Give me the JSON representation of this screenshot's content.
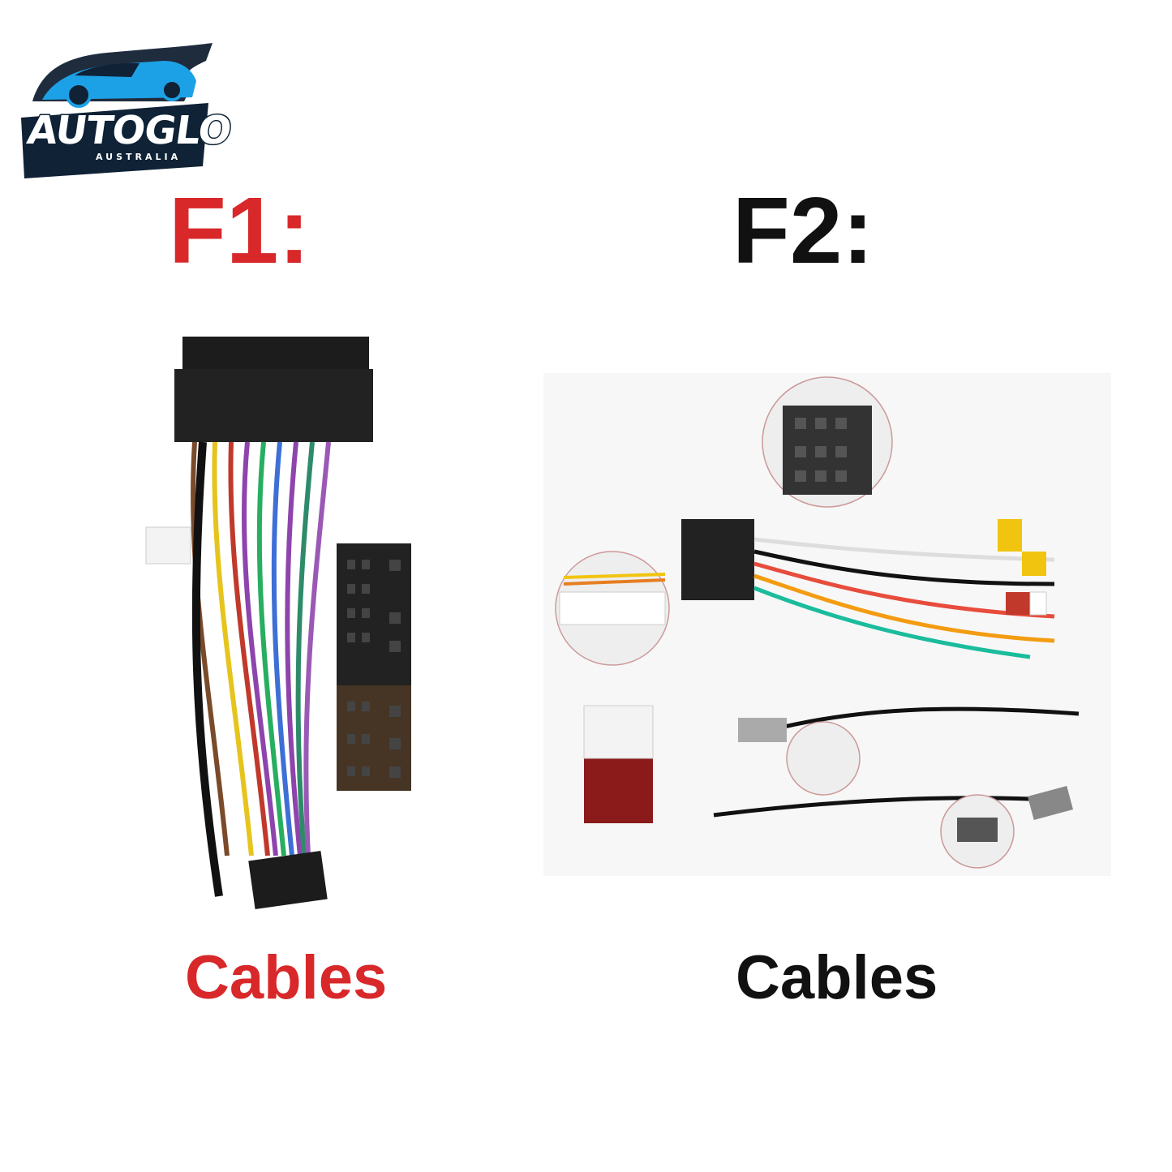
{
  "logo": {
    "brand": "AUTOGLO",
    "subtitle": "AUSTRALIA",
    "icon": "sports-car-icon",
    "colors": {
      "primary": "#1da1e6",
      "dark": "#0f2236"
    }
  },
  "panels": [
    {
      "heading": "F1:",
      "caption": "Cables",
      "color": "#d8282a"
    },
    {
      "heading": "F2:",
      "caption": "Cables",
      "color": "#111111"
    }
  ],
  "colors": {
    "background": "#ffffff",
    "accent_red": "#d8282a",
    "text_black": "#111111"
  }
}
